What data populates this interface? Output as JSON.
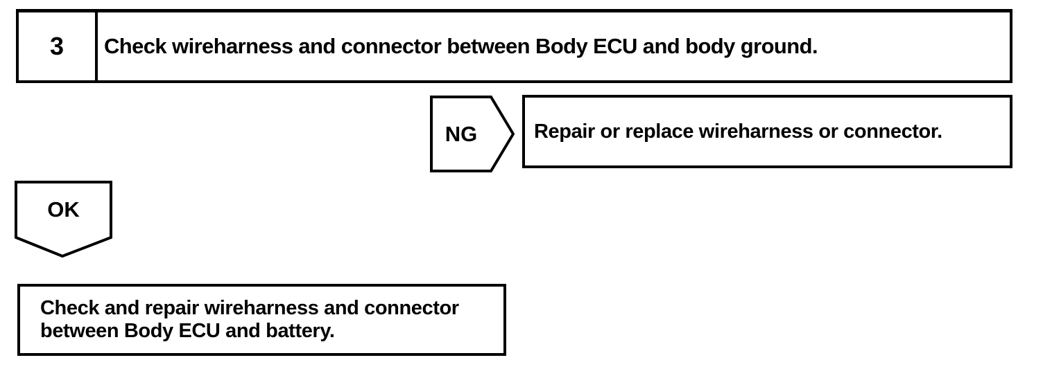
{
  "colors": {
    "ink": "#000000",
    "paper": "#ffffff"
  },
  "flowchart": {
    "step": {
      "number": "3",
      "instruction": "Check wireharness and connector between Body ECU and body ground."
    },
    "ng_branch": {
      "label": "NG",
      "action": "Repair or replace wireharness or connector."
    },
    "ok_branch": {
      "label": "OK"
    },
    "result": {
      "line1": "Check and repair wireharness and connector",
      "line2": "between Body ECU and battery."
    }
  }
}
